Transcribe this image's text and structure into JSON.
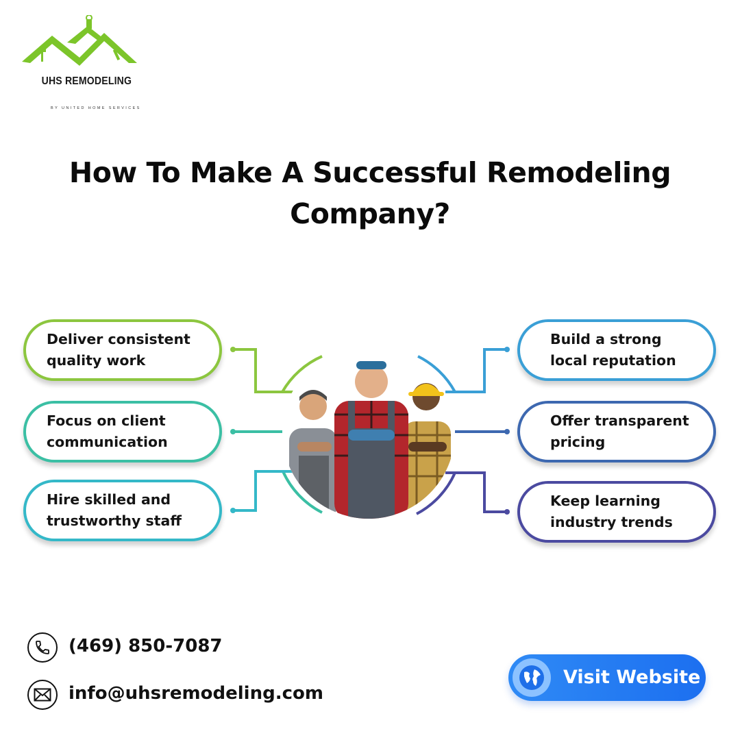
{
  "brand": {
    "name": "UHS REMODELING",
    "tagline": "BY UNITED HOME SERVICES",
    "logo_color": "#7cc52a"
  },
  "heading": {
    "line1": "How To Make A Successful Remodeling",
    "line2": "Company?"
  },
  "tips_left": [
    {
      "label": "Deliver consistent quality work",
      "color": "#8cc63f"
    },
    {
      "label": "Focus on client communication",
      "color": "#3bbfa4"
    },
    {
      "label": "Hire skilled and trustworthy staff",
      "color": "#34b8c8"
    }
  ],
  "tips_right": [
    {
      "label": "Build a strong local reputation",
      "color": "#3a9fd6"
    },
    {
      "label": "Offer transparent pricing",
      "color": "#3d68b0"
    },
    {
      "label": "Keep learning industry trends",
      "color": "#4b4aa0"
    }
  ],
  "center_image": {
    "icon": "workers-photo"
  },
  "contact": {
    "phone": "(469) 850-7087",
    "email": "info@uhsremodeling.com",
    "phone_icon": "phone-icon",
    "email_icon": "envelope-icon"
  },
  "cta": {
    "label": "Visit Website",
    "icon": "globe-icon",
    "color": "#2a7ff3"
  }
}
